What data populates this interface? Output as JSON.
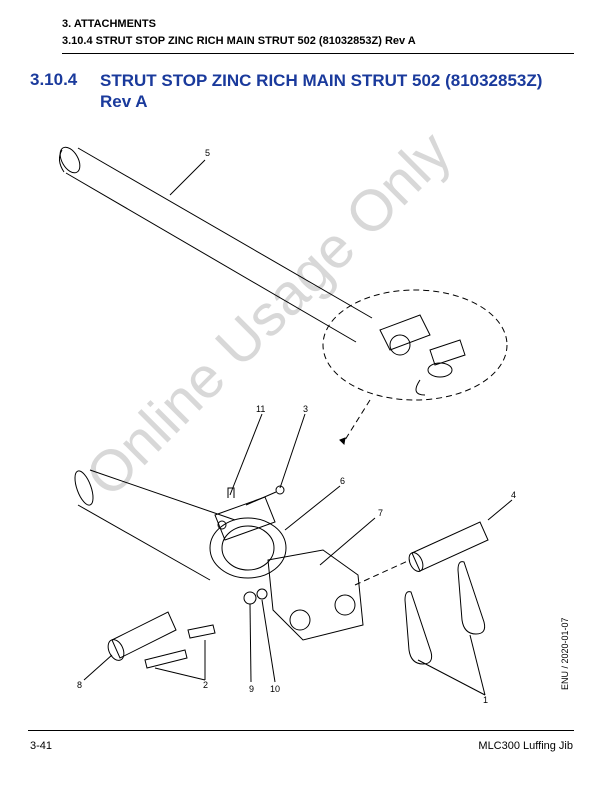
{
  "header": {
    "chapter": "3. ATTACHMENTS",
    "subsection": "3.10.4 STRUT STOP ZINC RICH MAIN STRUT 502 (81032853Z) Rev A"
  },
  "section": {
    "number": "3.10.4",
    "title": "STRUT STOP ZINC RICH MAIN STRUT 502 (81032853Z) Rev A"
  },
  "figure": {
    "watermark": "Online Usage Only",
    "callouts": [
      "5",
      "11",
      "3",
      "6",
      "7",
      "4",
      "8",
      "2",
      "9",
      "10",
      "1"
    ]
  },
  "side_text": "ENU / 2020-01-07",
  "footer": {
    "page_number": "3-41",
    "document": "MLC300 Luffing Jib"
  }
}
